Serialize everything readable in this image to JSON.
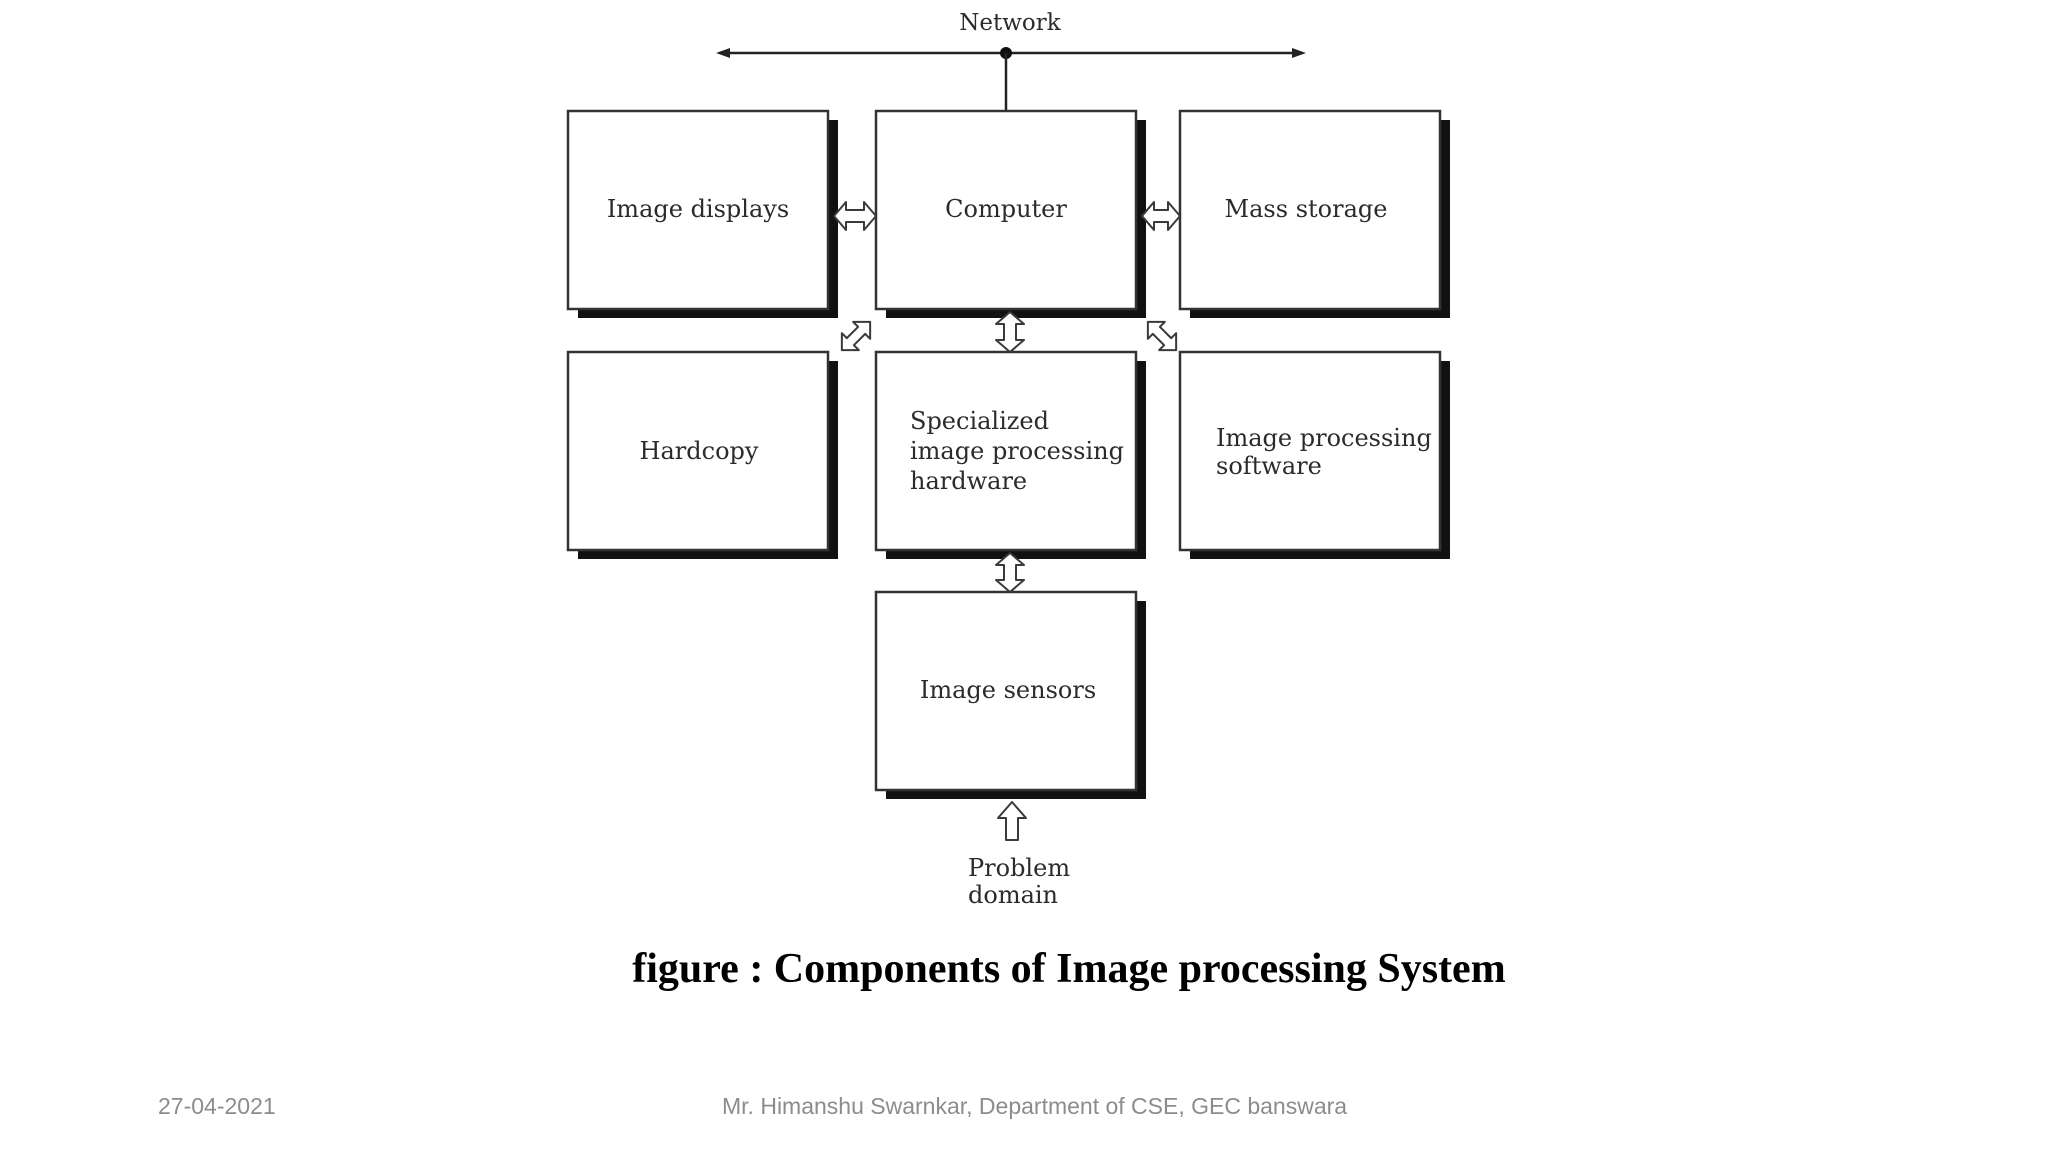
{
  "diagram": {
    "network_label": "Network",
    "boxes": {
      "image_displays": [
        "Image displays"
      ],
      "computer": [
        "Computer"
      ],
      "mass_storage": [
        "Mass storage"
      ],
      "hardcopy": [
        "Hardcopy"
      ],
      "specialized_hardware": [
        "Specialized",
        "image processing",
        "hardware"
      ],
      "image_processing_software": [
        "Image processing",
        "software"
      ],
      "image_sensors": [
        "Image sensors"
      ]
    },
    "problem_domain": [
      "Problem",
      "domain"
    ]
  },
  "caption": "figure : Components of Image processing System",
  "footer": {
    "date": "27-04-2021",
    "author": "Mr. Himanshu Swarnkar, Department of CSE, GEC banswara"
  }
}
